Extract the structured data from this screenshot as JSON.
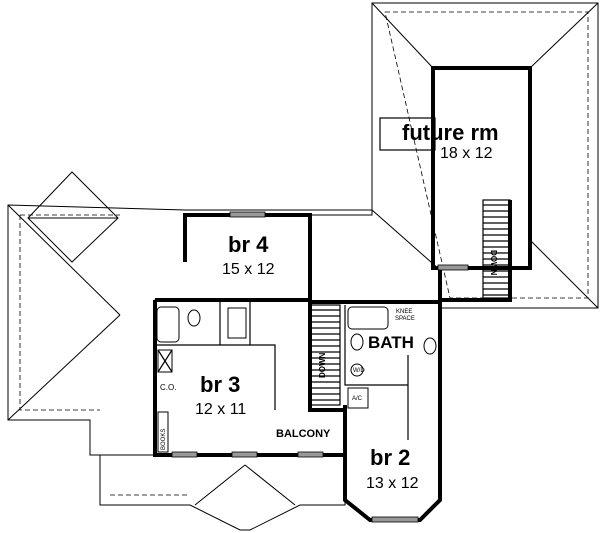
{
  "rooms": {
    "future_rm": {
      "name": "future rm",
      "size": "18 x 12"
    },
    "br4": {
      "name": "br 4",
      "size": "15 x 12"
    },
    "br3": {
      "name": "br 3",
      "size": "12 x 11"
    },
    "br2": {
      "name": "br 2",
      "size": "13 x 12"
    },
    "bath": {
      "name": "BATH"
    }
  },
  "labels": {
    "balcony": "BALCONY",
    "down_main": "DOWN",
    "down_future": "DOWN",
    "knee_space_1": "KNEE",
    "knee_space_2": "SPACE",
    "wd": "W/D",
    "ac": "A/C",
    "co": "C.O.",
    "books": "BOOKS"
  }
}
